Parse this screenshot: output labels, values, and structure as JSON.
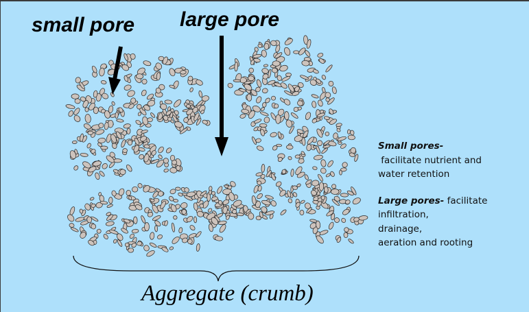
{
  "labels": {
    "small_pore": "small pore",
    "large_pore": "large pore",
    "caption": "Aggregate (crumb)"
  },
  "notes": {
    "small_heading": "Small pores-",
    "small_line1": " facilitate nutrient and",
    "small_line2": "water retention",
    "large_heading": "Large pores-",
    "large_line1": " facilitate",
    "large_line2": "infiltration,",
    "large_line3": "drainage,",
    "large_line4": "aeration and rooting"
  },
  "colors": {
    "background": "#aee0fb",
    "particle_fill": "#cdc3bc",
    "particle_stroke": "#262626",
    "arrow": "#000000"
  }
}
